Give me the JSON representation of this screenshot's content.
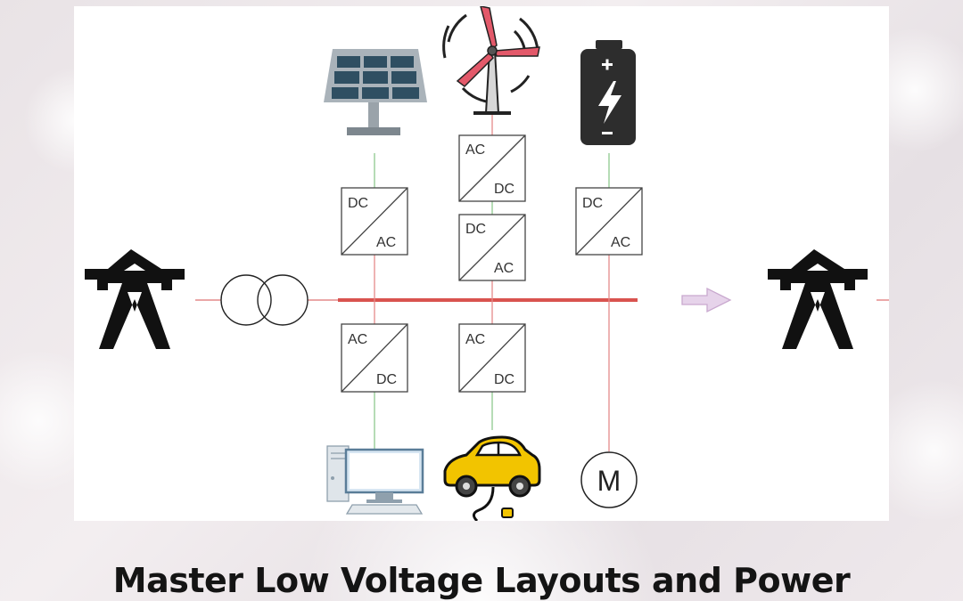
{
  "title": "Master Low Voltage Layouts and Power",
  "converters": {
    "solar": {
      "top": "DC",
      "bottom": "AC"
    },
    "wind_upper": {
      "top": "AC",
      "bottom": "DC"
    },
    "wind_lower": {
      "top": "DC",
      "bottom": "AC"
    },
    "battery": {
      "top": "DC",
      "bottom": "AC"
    },
    "computer": {
      "top": "AC",
      "bottom": "DC"
    },
    "ev": {
      "top": "AC",
      "bottom": "DC"
    }
  },
  "motor_label": "M",
  "icons": {
    "grid_left": "transmission-tower-icon",
    "transformer": "transformer-icon",
    "solar": "solar-panel-icon",
    "wind": "wind-turbine-icon",
    "battery": "battery-icon",
    "computer": "desktop-computer-icon",
    "ev": "electric-car-icon",
    "motor": "motor-icon",
    "arrow": "arrow-right-icon",
    "grid_right": "transmission-tower-icon"
  },
  "colors": {
    "bus": "#d9534f",
    "dc_line": "#8fc98f",
    "ac_line": "#e48a8a",
    "arrow": "#e6d3ea",
    "tower": "#111111",
    "solar_panel": "#2f4f62",
    "battery": "#2d2d2d",
    "car": "#f2c400"
  }
}
